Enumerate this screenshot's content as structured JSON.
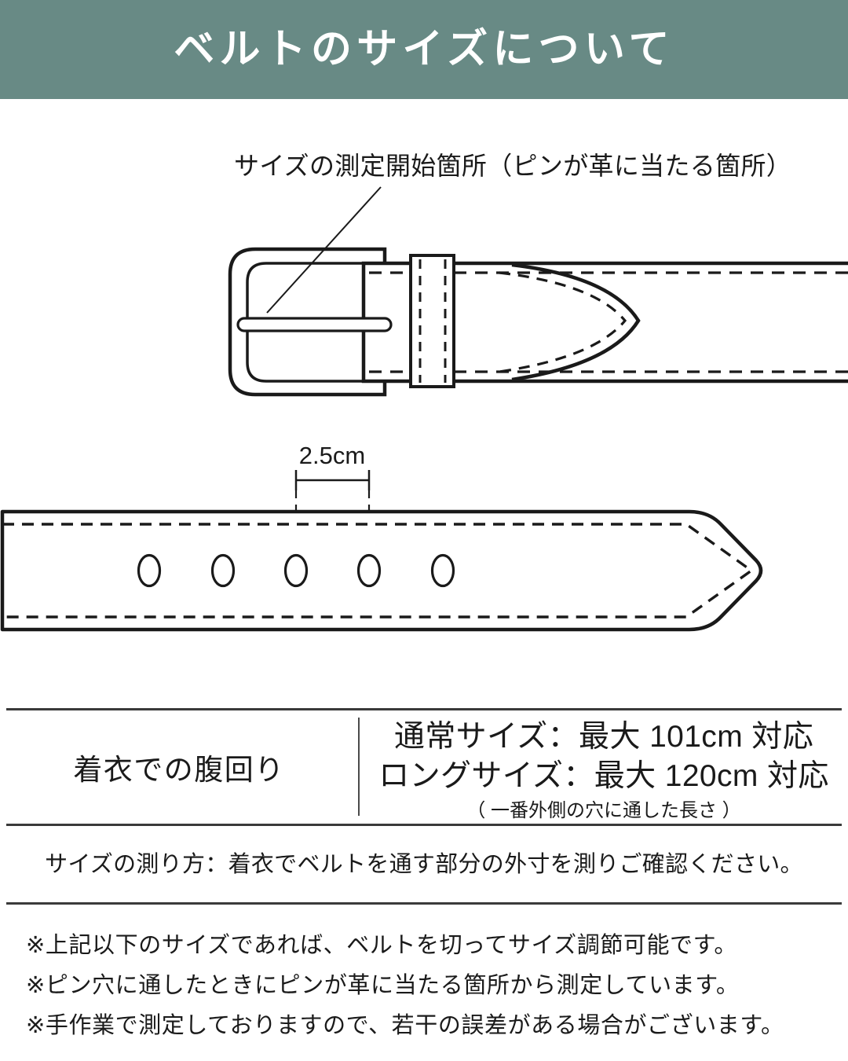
{
  "header": {
    "title": "ベルトのサイズについて",
    "bg_color": "#688a85",
    "text_color": "#ffffff"
  },
  "buckle_diagram": {
    "annotation": "サイズの測定開始箇所（ピンが革に当たる箇所）"
  },
  "holes_diagram": {
    "hole_spacing_label": "2.5cm",
    "hole_count": 5
  },
  "size_table": {
    "label": "着衣での腹回り",
    "regular_size": "通常サイズ：最大 101cm 対応",
    "long_size": "ロングサイズ：最大 120cm 対応",
    "sub_note": "（ 一番外側の穴に通した長さ ）"
  },
  "measuring_instruction": "サイズの測り方：着衣でベルトを通す部分の外寸を測りご確認ください。",
  "notes": [
    "※上記以下のサイズであれば、ベルトを切ってサイズ調節可能です。",
    "※ピン穴に通したときにピンが革に当たる箇所から測定しています。",
    "※手作業で測定しておりますので、若干の誤差がある場合がございます。"
  ],
  "colors": {
    "diagram_line": "#1a1a1a",
    "rule_line": "#3a3a3a"
  }
}
